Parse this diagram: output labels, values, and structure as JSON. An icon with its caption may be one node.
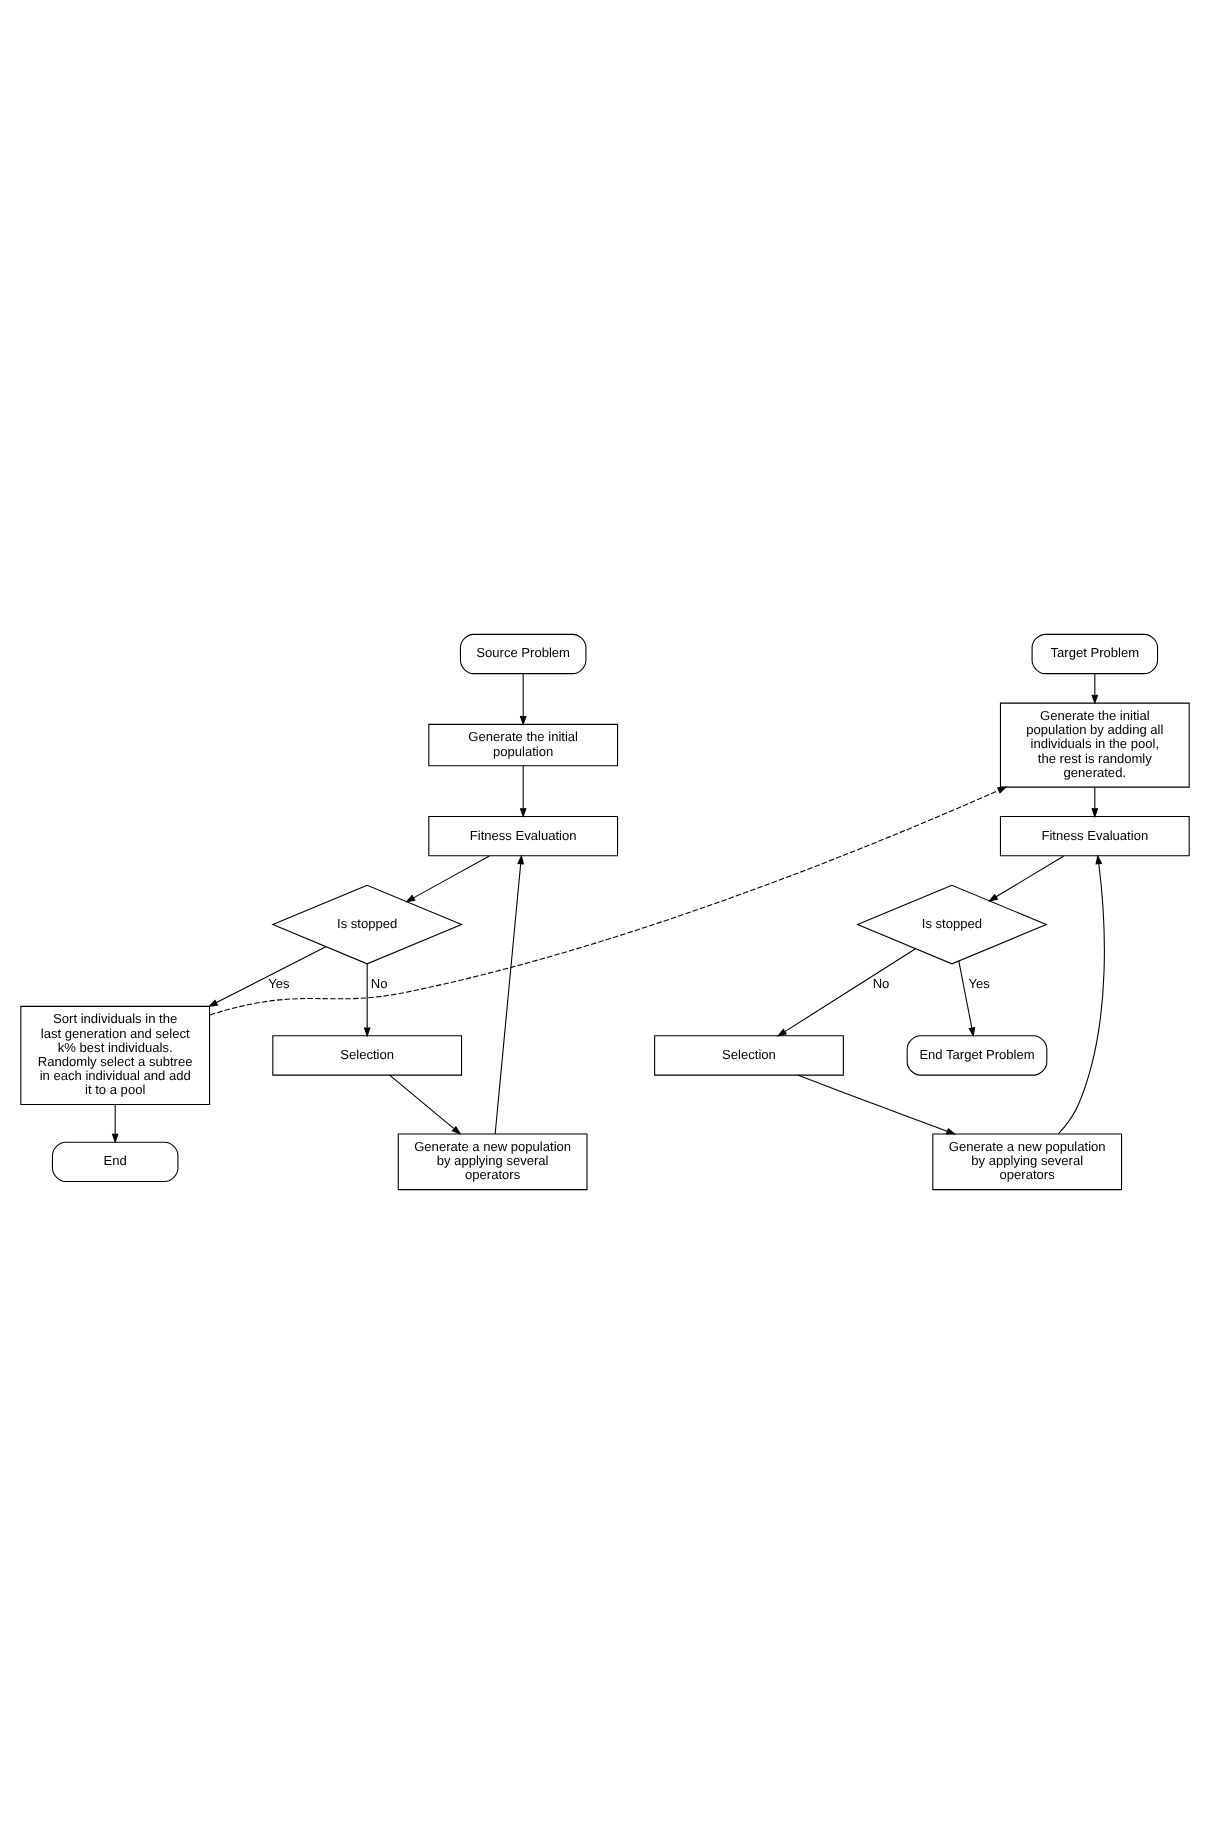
{
  "diagram": {
    "nodes": [
      {
        "text": [
          "Source Problem"
        ]
      },
      {
        "text": [
          "Generate the initial population"
        ]
      },
      {
        "text": [
          "Fitness Evaluation"
        ]
      },
      {
        "text": [
          "Is stopped"
        ]
      },
      {
        "text": [
          "Selection"
        ]
      },
      {
        "text": [
          "Generate a new population by applying several operators"
        ]
      },
      {
        "text": [
          "Sort individuals in the last generation and select k% best individuals. Randomly select a subtree in each individual and add it to a pool"
        ]
      },
      {
        "text": [
          "End"
        ]
      },
      {
        "text": [
          "Target Problem"
        ]
      },
      {
        "text": [
          "Generate the initial population by adding all individuals in the pool, the rest is randomly generated."
        ]
      },
      {
        "text": [
          "Fitness Evaluation"
        ]
      },
      {
        "text": [
          "Is stopped"
        ]
      },
      {
        "text": [
          "Selection"
        ]
      },
      {
        "text": [
          "Generate a new population by applying several operators"
        ]
      },
      {
        "text": [
          "End Target Problem"
        ]
      }
    ],
    "edges": [
      {
        "from": 0,
        "to": 1,
        "arrow": "to"
      },
      {
        "from": 1,
        "to": 2,
        "arrow": "to"
      },
      {
        "from": 2,
        "to": 3,
        "arrow": "to"
      },
      {
        "from": 3,
        "to": 4,
        "arrow": "to",
        "label": "No"
      },
      {
        "from": 4,
        "to": 5,
        "arrow": "to"
      },
      {
        "from": 5,
        "to": 2,
        "arrow": "to"
      },
      {
        "from": 3,
        "to": 6,
        "arrow": "to",
        "label": "Yes"
      },
      {
        "from": 6,
        "to": 7,
        "arrow": "to"
      },
      {
        "from": 6,
        "to": 9,
        "arrow": "to",
        "style": "dashed"
      },
      {
        "from": 8,
        "to": 9,
        "arrow": "to"
      },
      {
        "from": 9,
        "to": 10,
        "arrow": "to"
      },
      {
        "from": 10,
        "to": 11,
        "arrow": "to"
      },
      {
        "from": 11,
        "to": 12,
        "arrow": "to",
        "label": "No"
      },
      {
        "from": 12,
        "to": 13,
        "arrow": "to"
      },
      {
        "from": 13,
        "to": 10,
        "arrow": "to"
      },
      {
        "from": 11,
        "to": 14,
        "arrow": "to",
        "label": "Yes"
      }
    ]
  }
}
